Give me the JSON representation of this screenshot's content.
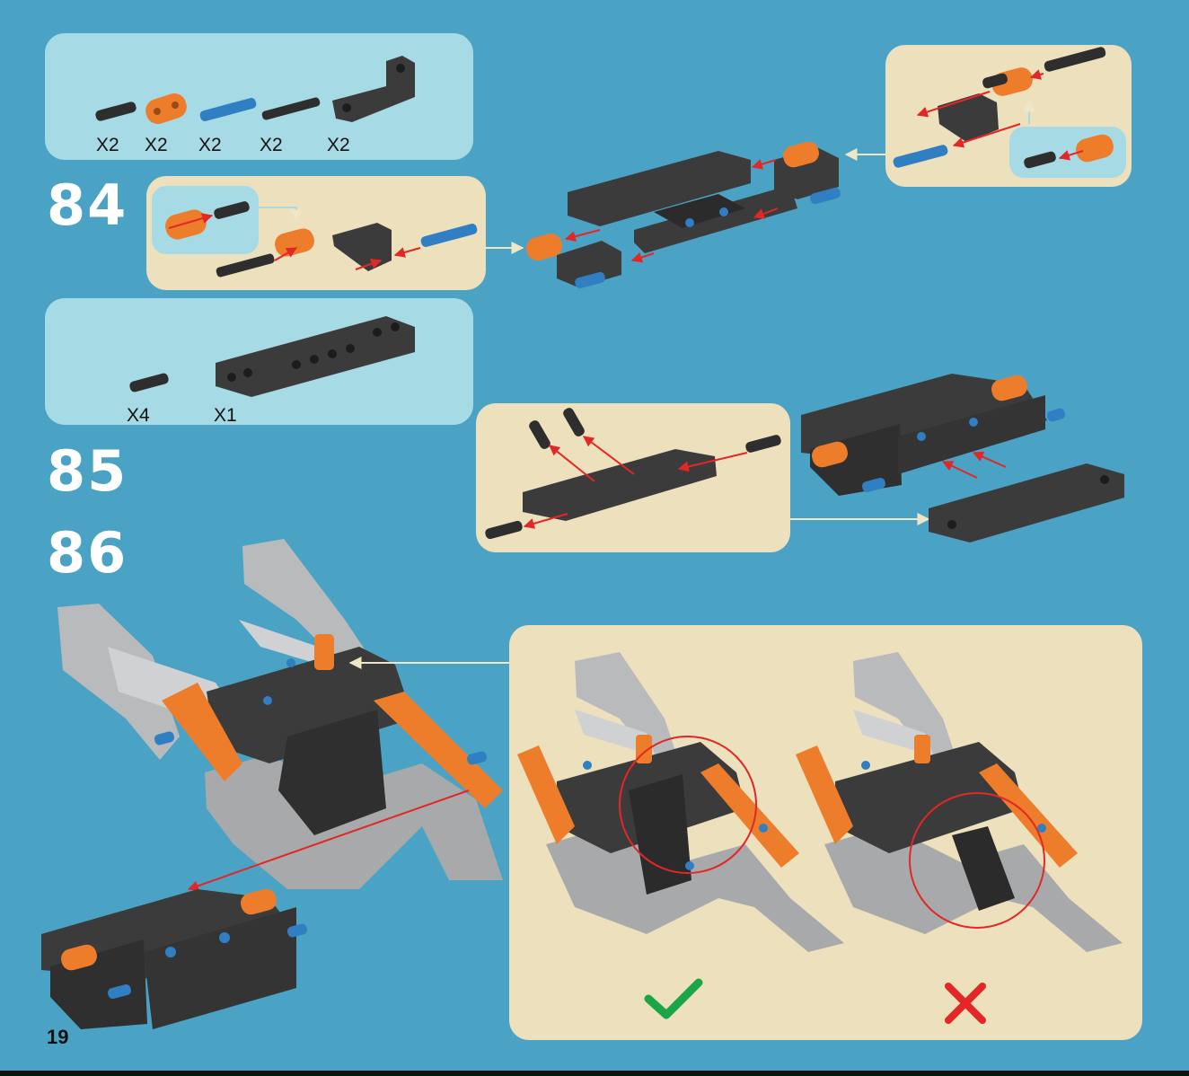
{
  "page_number": "19",
  "steps": [
    {
      "number": "84",
      "parts": [
        {
          "icon": "black-connector-pin-icon",
          "qty": "X2"
        },
        {
          "icon": "orange-double-beam-icon",
          "qty": "X2"
        },
        {
          "icon": "blue-axle-pin-icon",
          "qty": "X2"
        },
        {
          "icon": "black-axle-icon",
          "qty": "X2"
        },
        {
          "icon": "black-angled-beam-icon",
          "qty": "X2"
        }
      ]
    },
    {
      "number": "85",
      "parts": [
        {
          "icon": "black-connector-pin-icon",
          "qty": "X4"
        },
        {
          "icon": "black-panel-plate-icon",
          "qty": "X1"
        }
      ]
    },
    {
      "number": "86",
      "parts": []
    }
  ],
  "verdicts": {
    "correct": "check-mark-icon",
    "wrong": "cross-mark-icon"
  },
  "colors": {
    "background": "#4aa3c4",
    "parts_panel": "#a6dbe6",
    "callout_panel": "#ece0bd",
    "orange_part": "#ee7d2b",
    "blue_part": "#2f7fc2",
    "dark_part": "#3b3b3b",
    "grey_part": "#b9babc",
    "arrow": "#e32626",
    "correct": "#1aa547",
    "wrong": "#e32626"
  }
}
